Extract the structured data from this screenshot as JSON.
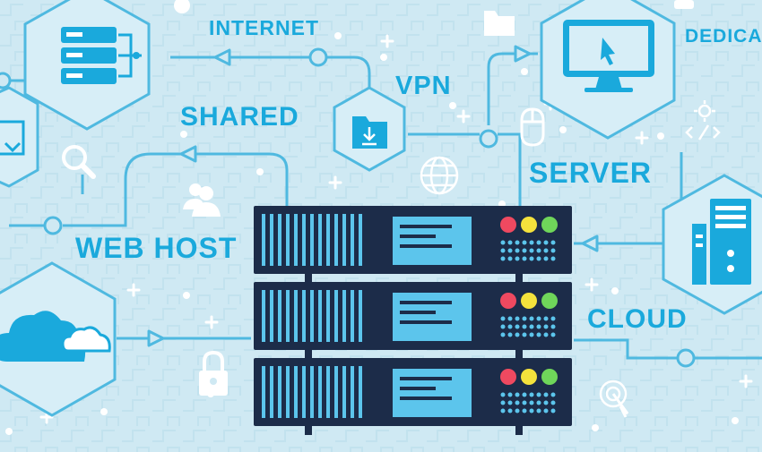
{
  "labels": {
    "internet": "INTERNET",
    "dedicated": "DEDICA",
    "vpn": "VPN",
    "shared": "SHARED",
    "server": "SERVER",
    "web_host": "WEB HOST",
    "cloud": "CLOUD"
  },
  "colors": {
    "background": "#cfe9f3",
    "accent": "#1aa9dc",
    "line": "#4fb9e0",
    "server_body": "#1c2c49",
    "status_red": "#ef4960",
    "status_yellow": "#f4e23c",
    "status_green": "#6fd65a"
  },
  "icons": [
    "server-rack-icon",
    "download-folder-icon",
    "monitor-cursor-icon",
    "document-arrow-icon",
    "server-tower-icon",
    "cloud-icon",
    "search-icon",
    "users-icon",
    "globe-icon",
    "mouse-icon",
    "gear-code-icon",
    "folder-icon",
    "lock-icon",
    "click-icon"
  ]
}
